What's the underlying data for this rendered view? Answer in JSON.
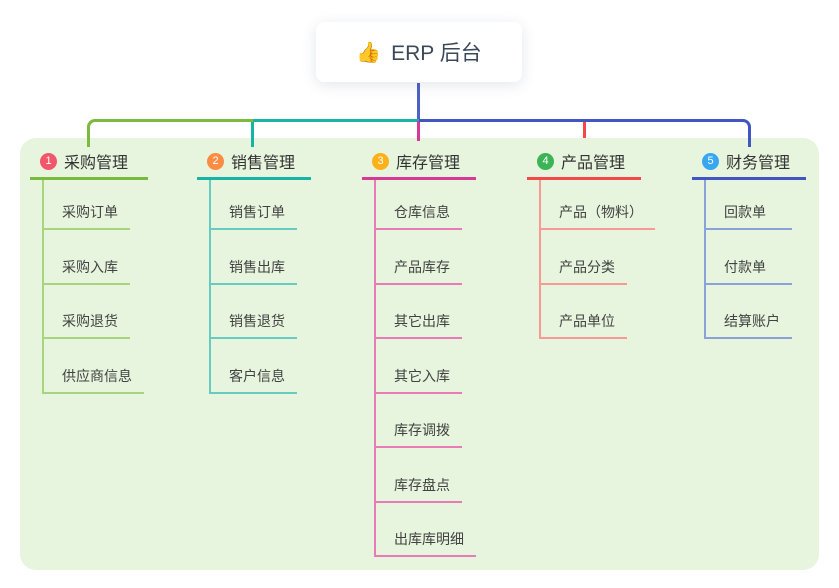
{
  "root": {
    "icon_char": "👍",
    "icon_name": "thumbs-up-icon",
    "label": "ERP 后台"
  },
  "branches": [
    {
      "index": "1",
      "label": "采购管理",
      "badge_color": "#f2566b",
      "line_color": "#7aba3d",
      "child_line_color": "#a8d47e",
      "children": [
        "采购订单",
        "采购入库",
        "采购退货",
        "供应商信息"
      ]
    },
    {
      "index": "2",
      "label": "销售管理",
      "badge_color": "#fb8c44",
      "line_color": "#16b3a6",
      "child_line_color": "#67ccc0",
      "children": [
        "销售订单",
        "销售出库",
        "销售退货",
        "客户信息"
      ]
    },
    {
      "index": "3",
      "label": "库存管理",
      "badge_color": "#fbb117",
      "line_color": "#d53a96",
      "child_line_color": "#e97bb7",
      "children": [
        "仓库信息",
        "产品库存",
        "其它出库",
        "其它入库",
        "库存调拨",
        "库存盘点",
        "出库库明细"
      ]
    },
    {
      "index": "4",
      "label": "产品管理",
      "badge_color": "#3bb457",
      "line_color": "#f4494b",
      "child_line_color": "#f79a93",
      "children": [
        "产品（物料）",
        "产品分类",
        "产品单位"
      ]
    },
    {
      "index": "5",
      "label": "财务管理",
      "badge_color": "#38a7f0",
      "line_color": "#4156c3",
      "child_line_color": "#8ba1da",
      "children": [
        "回款单",
        "付款单",
        "结算账户"
      ]
    }
  ],
  "connector": {
    "root_line_color": "#4c61c6"
  },
  "canvas": {
    "panel_bg": "#e7f5de",
    "page_bg": "#ffffff"
  }
}
